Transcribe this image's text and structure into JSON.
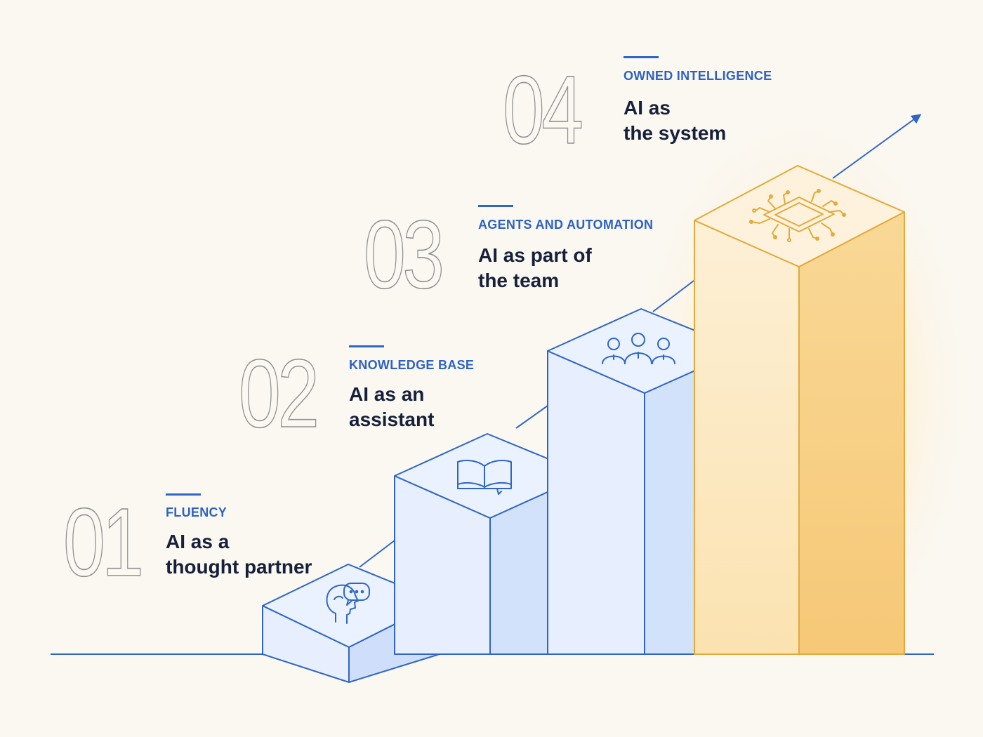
{
  "colors": {
    "background": "#fbf8f2",
    "accent_blue": "#2f66c6",
    "block_blue_light": "#e7efff",
    "block_blue_mid": "#d3e2fb",
    "block_gold_front": "#fde8c3",
    "block_gold_side": "#f8cf83",
    "gold_stroke": "#e4a93a",
    "text_dark": "#16203a",
    "numeral_outline": "#8f8f8f"
  },
  "steps": [
    {
      "number": "01",
      "category": "FLUENCY",
      "description": "AI as a\nthought partner",
      "icon": "head-speech-bubble-icon"
    },
    {
      "number": "02",
      "category": "KNOWLEDGE BASE",
      "description": "AI as an\nassistant",
      "icon": "open-book-icon"
    },
    {
      "number": "03",
      "category": "AGENTS AND AUTOMATION",
      "description": "AI as part of\nthe team",
      "icon": "people-group-icon"
    },
    {
      "number": "04",
      "category": "OWNED INTELLIGENCE",
      "description": "AI as\nthe system",
      "icon": "chip-circuit-icon"
    }
  ]
}
